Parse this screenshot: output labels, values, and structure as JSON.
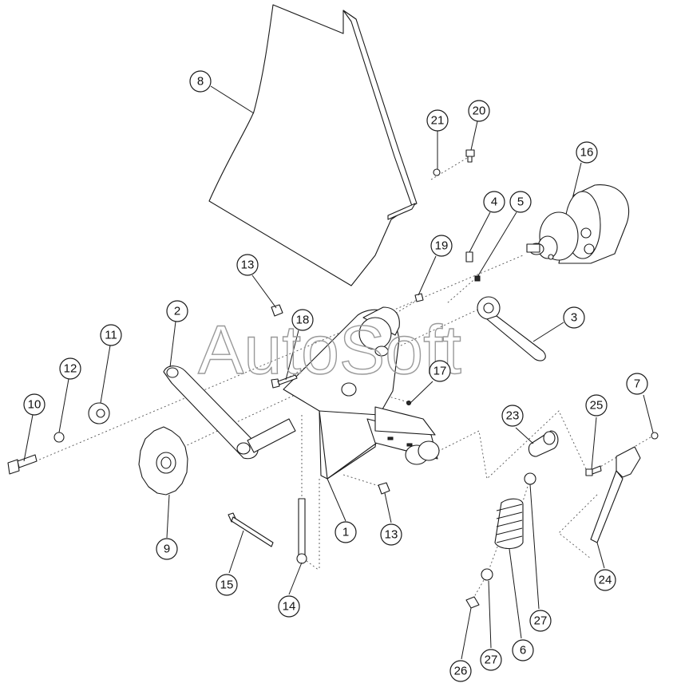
{
  "watermark": "AutoSoft",
  "callouts": [
    {
      "label": "1"
    },
    {
      "label": "2"
    },
    {
      "label": "3"
    },
    {
      "label": "4"
    },
    {
      "label": "5"
    },
    {
      "label": "6"
    },
    {
      "label": "7"
    },
    {
      "label": "8"
    },
    {
      "label": "9"
    },
    {
      "label": "10"
    },
    {
      "label": "11"
    },
    {
      "label": "12"
    },
    {
      "label": "13"
    },
    {
      "label": "13"
    },
    {
      "label": "14"
    },
    {
      "label": "15"
    },
    {
      "label": "16"
    },
    {
      "label": "17"
    },
    {
      "label": "18"
    },
    {
      "label": "19"
    },
    {
      "label": "20"
    },
    {
      "label": "21"
    },
    {
      "label": "23"
    },
    {
      "label": "24"
    },
    {
      "label": "25"
    },
    {
      "label": "26"
    },
    {
      "label": "27"
    },
    {
      "label": "27"
    }
  ]
}
